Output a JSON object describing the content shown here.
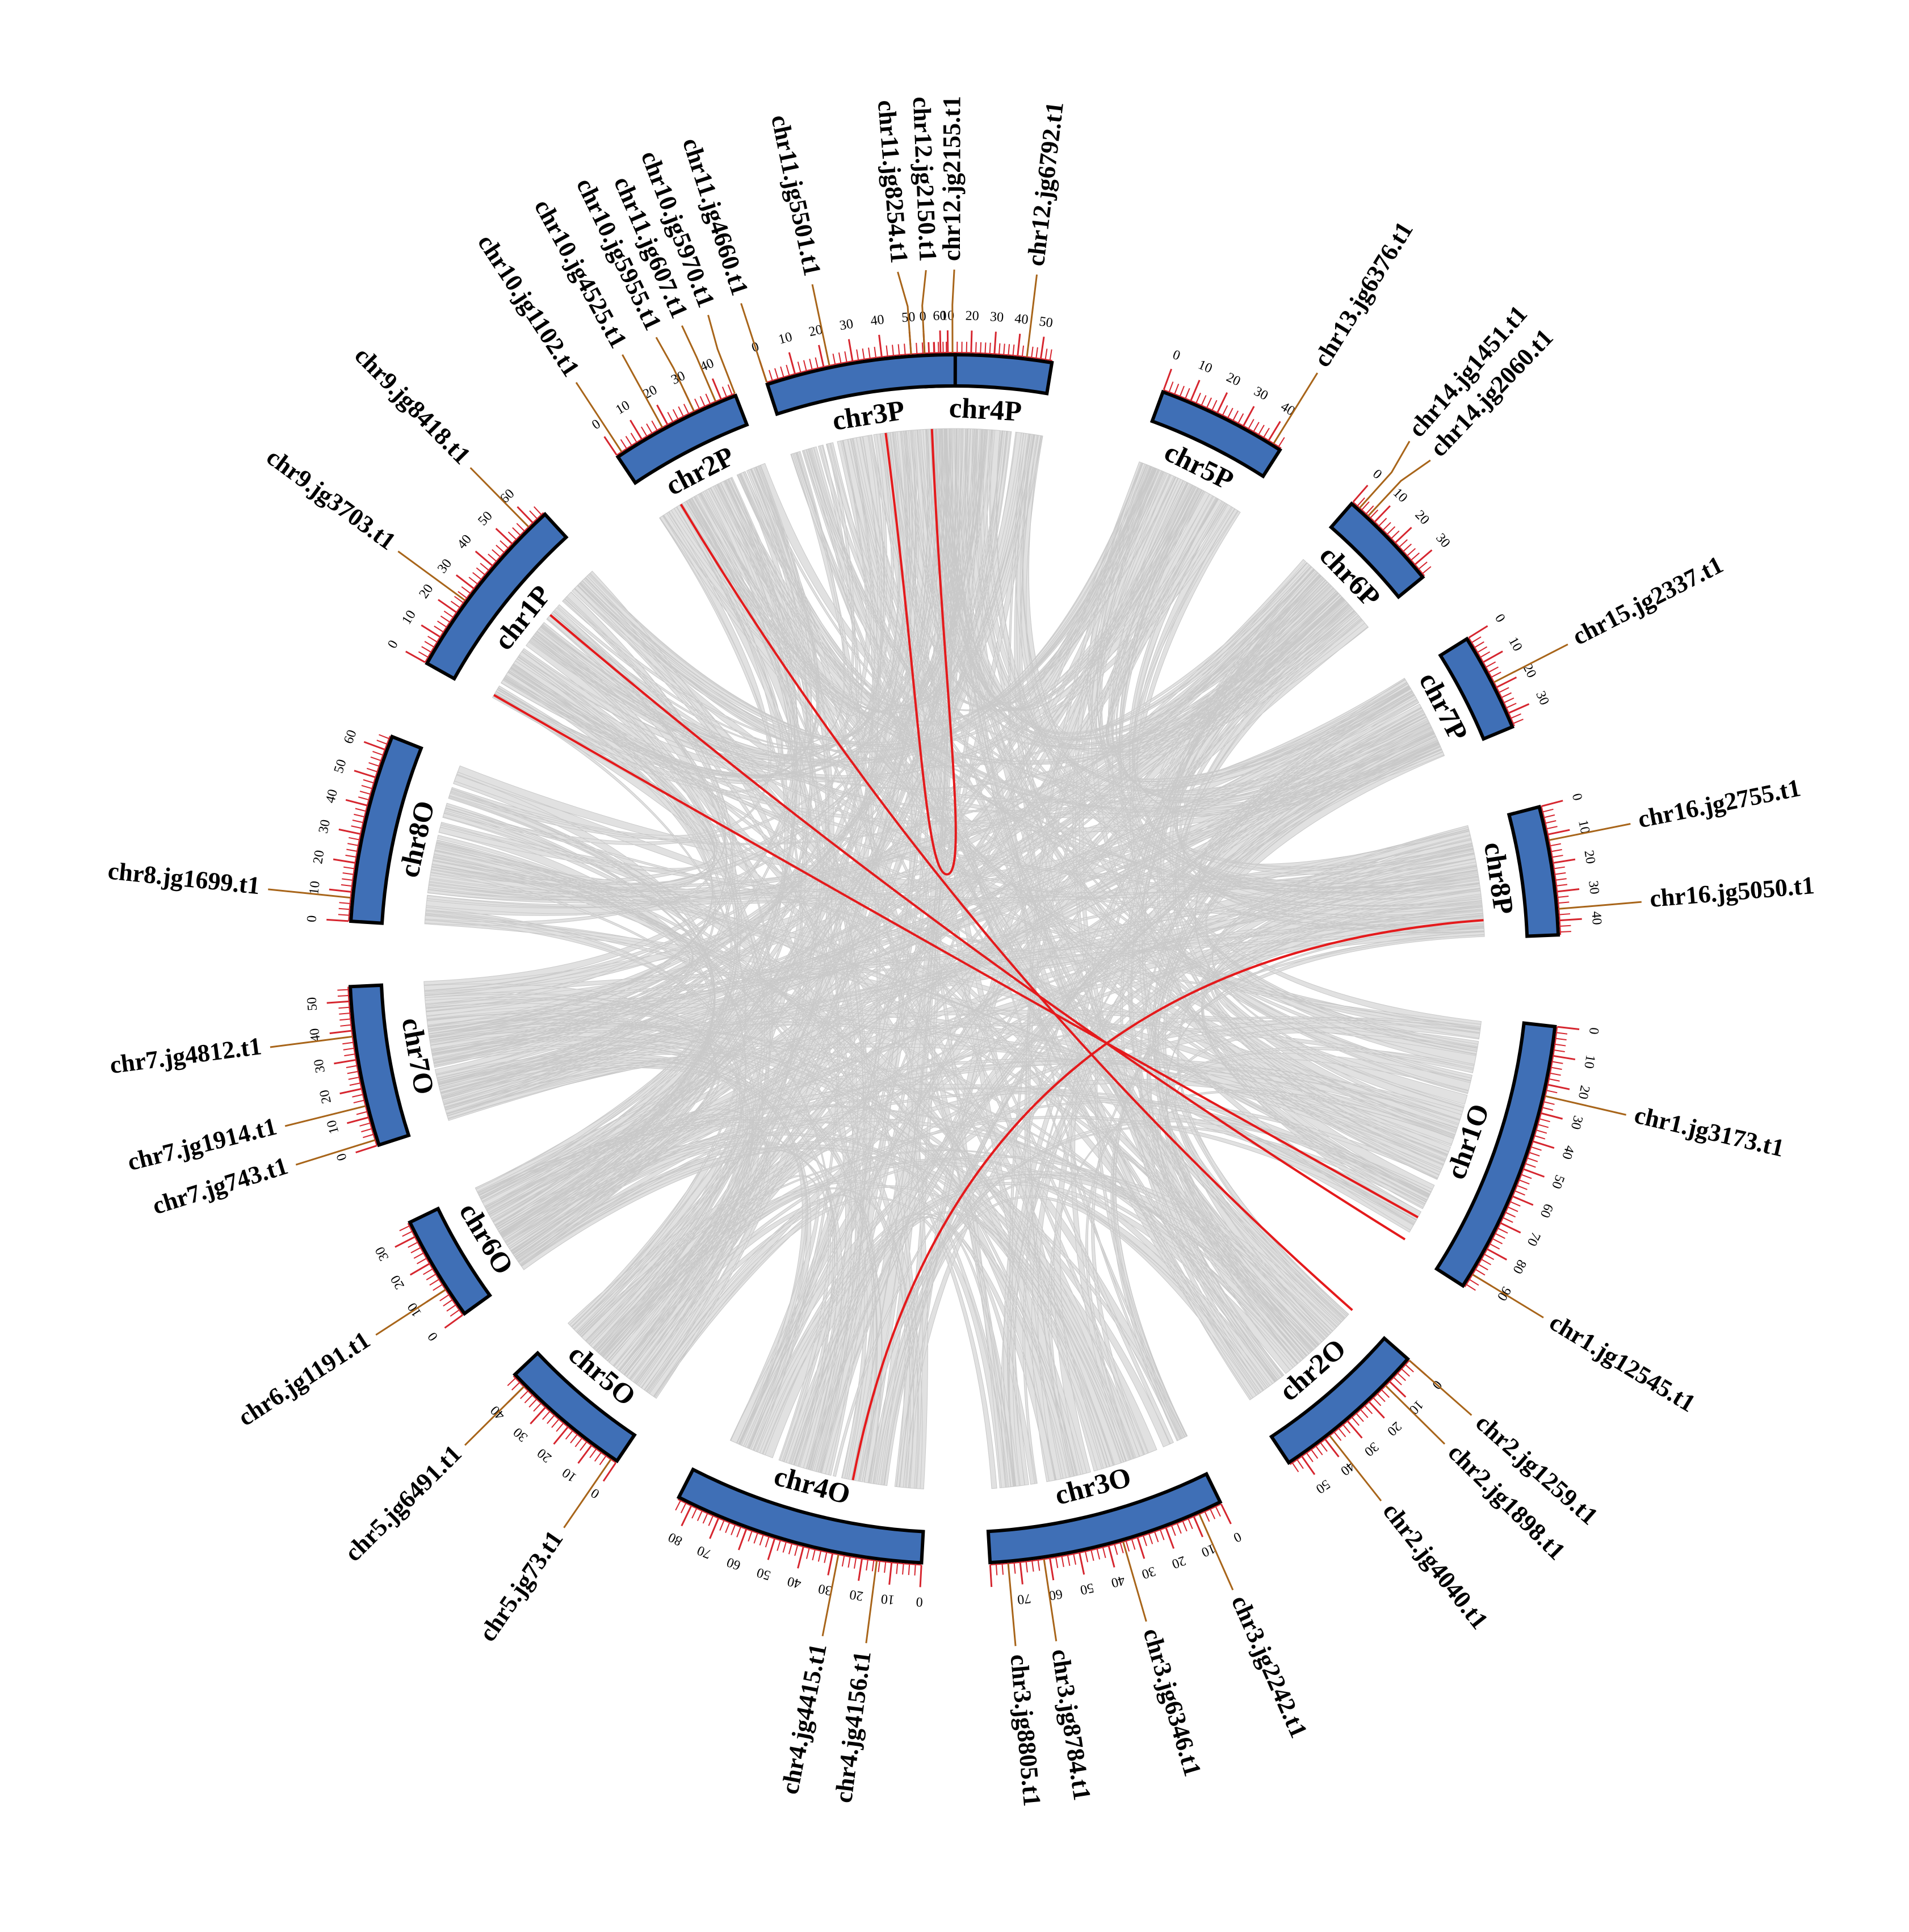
{
  "colors": {
    "background": "#ffffff",
    "chromosome_fill": "#3f6fb6",
    "chromosome_stroke": "#000000",
    "tick": "#d6262f",
    "gene_line": "#a8651a",
    "link_gray": "#c9c9c9",
    "link_highlight": "#e41a1c"
  },
  "chart_data": {
    "type": "circos",
    "chromosomes": [
      {
        "name": "chr4P",
        "length": 55,
        "tick_labels": [
          0,
          10,
          20,
          30,
          40,
          50
        ]
      },
      {
        "name": "chr5P",
        "length": 45,
        "tick_labels": [
          0,
          10,
          20,
          30,
          40
        ]
      },
      {
        "name": "chr6P",
        "length": 35,
        "tick_labels": [
          0,
          10,
          20,
          30
        ]
      },
      {
        "name": "chr7P",
        "length": 35,
        "tick_labels": [
          0,
          10,
          20,
          30
        ]
      },
      {
        "name": "chr8P",
        "length": 45,
        "tick_labels": [
          0,
          10,
          20,
          30,
          40
        ]
      },
      {
        "name": "chr1O",
        "length": 95,
        "tick_labels": [
          0,
          10,
          20,
          30,
          40,
          50,
          60,
          70,
          80,
          90
        ]
      },
      {
        "name": "chr2O",
        "length": 55,
        "tick_labels": [
          0,
          10,
          20,
          30,
          40,
          50
        ]
      },
      {
        "name": "chr3O",
        "length": 80,
        "tick_labels": [
          0,
          10,
          20,
          30,
          40,
          50,
          60,
          70
        ]
      },
      {
        "name": "chr4O",
        "length": 85,
        "tick_labels": [
          0,
          10,
          20,
          30,
          40,
          50,
          60,
          70,
          80
        ]
      },
      {
        "name": "chr5O",
        "length": 45,
        "tick_labels": [
          0,
          10,
          20,
          30,
          40
        ]
      },
      {
        "name": "chr6O",
        "length": 35,
        "tick_labels": [
          0,
          10,
          20,
          30
        ]
      },
      {
        "name": "chr7O",
        "length": 55,
        "tick_labels": [
          0,
          10,
          20,
          30,
          40,
          50
        ]
      },
      {
        "name": "chr8O",
        "length": 65,
        "tick_labels": [
          0,
          10,
          20,
          30,
          40,
          50,
          60
        ]
      },
      {
        "name": "chr1P",
        "length": 65,
        "tick_labels": [
          0,
          10,
          20,
          30,
          40,
          50,
          60
        ]
      },
      {
        "name": "chr2P",
        "length": 45,
        "tick_labels": [
          0,
          10,
          20,
          30,
          40
        ]
      },
      {
        "name": "chr3P",
        "length": 65,
        "tick_labels": [
          0,
          10,
          20,
          30,
          40,
          50,
          60
        ]
      }
    ],
    "genes": [
      {
        "label": "chr12.jg2150.t1",
        "chr": "chr4P",
        "pos": 0
      },
      {
        "label": "chr12.jg2155.t1",
        "chr": "chr4P",
        "pos": 12
      },
      {
        "label": "chr12.jg6792.t1",
        "chr": "chr4P",
        "pos": 44
      },
      {
        "label": "chr13.jg6376.t1",
        "chr": "chr5P",
        "pos": 42
      },
      {
        "label": "chr14.jg1451.t1",
        "chr": "chr6P",
        "pos": 3
      },
      {
        "label": "chr14.jg2060.t1",
        "chr": "chr6P",
        "pos": 7
      },
      {
        "label": "chr15.jg2337.t1",
        "chr": "chr7P",
        "pos": 18
      },
      {
        "label": "chr16.jg2755.t1",
        "chr": "chr8P",
        "pos": 12
      },
      {
        "label": "chr16.jg5050.t1",
        "chr": "chr8P",
        "pos": 36
      },
      {
        "label": "chr1.jg3173.t1",
        "chr": "chr1O",
        "pos": 24
      },
      {
        "label": "chr1.jg12545.t1",
        "chr": "chr1O",
        "pos": 90
      },
      {
        "label": "chr2.jg1259.t1",
        "chr": "chr2O",
        "pos": 0
      },
      {
        "label": "chr2.jg1898.t1",
        "chr": "chr2O",
        "pos": 12
      },
      {
        "label": "chr2.jg4040.t1",
        "chr": "chr2O",
        "pos": 38
      },
      {
        "label": "chr3.jg2242.t1",
        "chr": "chr3O",
        "pos": 8
      },
      {
        "label": "chr3.jg6346.t1",
        "chr": "chr3O",
        "pos": 35
      },
      {
        "label": "chr3.jg8784.t1",
        "chr": "chr3O",
        "pos": 62
      },
      {
        "label": "chr3.jg8805.t1",
        "chr": "chr3O",
        "pos": 74
      },
      {
        "label": "chr4.jg4156.t1",
        "chr": "chr4O",
        "pos": 15
      },
      {
        "label": "chr4.jg4415.t1",
        "chr": "chr4O",
        "pos": 28
      },
      {
        "label": "chr5.jg73.t1",
        "chr": "chr5O",
        "pos": 2
      },
      {
        "label": "chr5.jg6491.t1",
        "chr": "chr5O",
        "pos": 40
      },
      {
        "label": "chr6.jg1191.t1",
        "chr": "chr6O",
        "pos": 10
      },
      {
        "label": "chr7.jg743.t1",
        "chr": "chr7O",
        "pos": 2
      },
      {
        "label": "chr7.jg1914.t1",
        "chr": "chr7O",
        "pos": 14
      },
      {
        "label": "chr7.jg4812.t1",
        "chr": "chr7O",
        "pos": 38
      },
      {
        "label": "chr8.jg1699.t1",
        "chr": "chr8O",
        "pos": 8
      },
      {
        "label": "chr9.jg3703.t1",
        "chr": "chr1P",
        "pos": 25
      },
      {
        "label": "chr9.jg8418.t1",
        "chr": "chr1P",
        "pos": 58
      },
      {
        "label": "chr10.jg1102.t1",
        "chr": "chr2P",
        "pos": 2
      },
      {
        "label": "chr10.jg4525.t1",
        "chr": "chr2P",
        "pos": 18
      },
      {
        "label": "chr10.jg5955.t1",
        "chr": "chr2P",
        "pos": 30
      },
      {
        "label": "chr11.jg607.t1",
        "chr": "chr2P",
        "pos": 38
      },
      {
        "label": "chr10.jg5970.t1",
        "chr": "chr2P",
        "pos": 45
      },
      {
        "label": "chr11.jg4660.t1",
        "chr": "chr3P",
        "pos": 0
      },
      {
        "label": "chr11.jg5501.t1",
        "chr": "chr3P",
        "pos": 22
      },
      {
        "label": "chr11.jg8254.t1",
        "chr": "chr3P",
        "pos": 50
      }
    ],
    "highlight_links": [
      {
        "from": {
          "chr": "chr3P",
          "pos": 38
        },
        "to": {
          "chr": "chr3P",
          "pos": 56
        }
      },
      {
        "from": {
          "chr": "chr2P",
          "pos": 10
        },
        "to": {
          "chr": "chr2O",
          "pos": 0
        }
      },
      {
        "from": {
          "chr": "chr1P",
          "pos": 40
        },
        "to": {
          "chr": "chr1O",
          "pos": 92
        }
      },
      {
        "from": {
          "chr": "chr1P",
          "pos": 2
        },
        "to": {
          "chr": "chr1O",
          "pos": 82
        }
      },
      {
        "from": {
          "chr": "chr8P",
          "pos": 38
        },
        "to": {
          "chr": "chr4O",
          "pos": 28
        }
      }
    ]
  }
}
